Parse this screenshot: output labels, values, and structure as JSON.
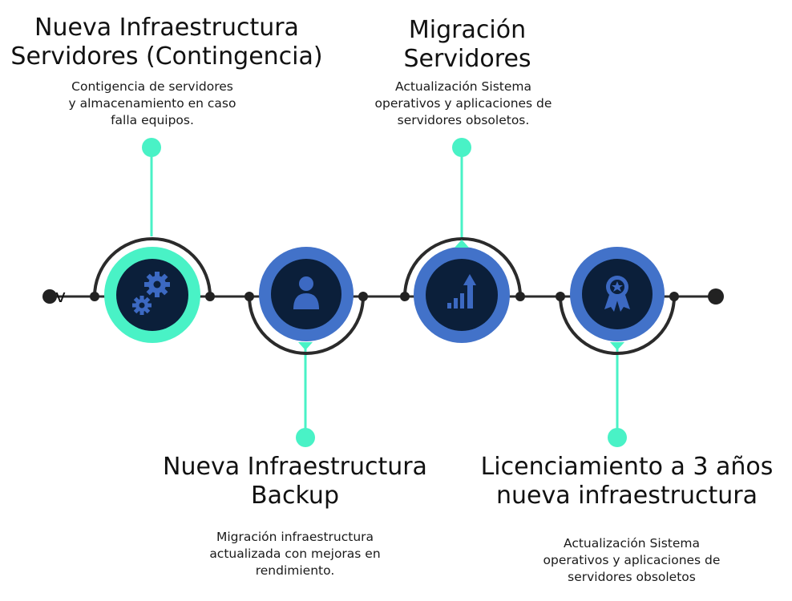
{
  "colors": {
    "teal": "#49f2c6",
    "blue": "#4272c9",
    "navy": "#0b1f3a",
    "line": "#2b2b2b",
    "icon": "#3c69c2"
  },
  "stray_mark": "v",
  "milestones": [
    {
      "title": "Nueva Infraestructura\nServidores (Contingencia)",
      "description": "Contigencia de servidores\ny almacenamiento en caso\nfalla equipos.",
      "icon": "gears-icon",
      "ring_color": "teal"
    },
    {
      "title": "Nueva Infraestructura\nBackup",
      "description": "Migración infraestructura\nactualizada con mejoras en\nrendimiento.",
      "icon": "user-icon",
      "ring_color": "blue"
    },
    {
      "title": "Migración\nServidores",
      "description": "Actualización Sistema\noperativos y aplicaciones de\nservidores obsoletos.",
      "icon": "growth-chart-icon",
      "ring_color": "blue"
    },
    {
      "title": "Licenciamiento a 3 años\nnueva infraestructura",
      "description": "Actualización Sistema\noperativos y aplicaciones de\nservidores obsoletos",
      "icon": "award-badge-icon",
      "ring_color": "blue"
    }
  ]
}
